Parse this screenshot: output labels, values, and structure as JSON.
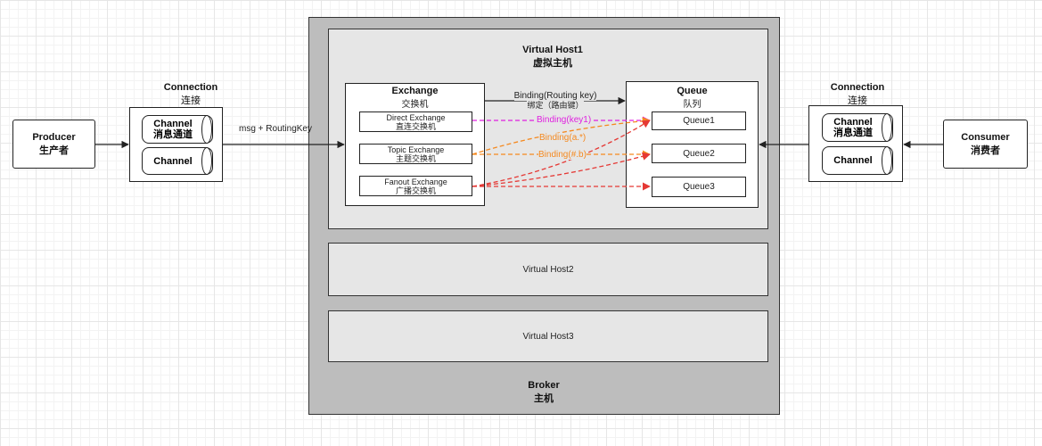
{
  "producer": {
    "title": "Producer",
    "subtitle": "生产者"
  },
  "consumer": {
    "title": "Consumer",
    "subtitle": "消费者"
  },
  "connection_left": {
    "title": "Connection",
    "subtitle": "连接",
    "channels": [
      {
        "label": "Channel",
        "sublabel": "消息通道"
      },
      {
        "label": "Channel",
        "sublabel": ""
      }
    ]
  },
  "connection_right": {
    "title": "Connection",
    "subtitle": "连接",
    "channels": [
      {
        "label": "Channel",
        "sublabel": "消息通道"
      },
      {
        "label": "Channel",
        "sublabel": ""
      }
    ]
  },
  "producer_arrow_label": "msg + RoutingKey",
  "broker": {
    "title": "Broker",
    "subtitle": "主机"
  },
  "vhost1": {
    "title": "Virtual Host1",
    "subtitle": "虚拟主机"
  },
  "vhost2": {
    "title": "Virtual Host2"
  },
  "vhost3": {
    "title": "Virtual Host3"
  },
  "exchange": {
    "title": "Exchange",
    "subtitle": "交换机",
    "items": [
      {
        "name": "Direct Exchange",
        "cn": "直连交换机"
      },
      {
        "name": "Topic Exchange",
        "cn": "主题交换机"
      },
      {
        "name": "Fanout Exchange",
        "cn": "广播交换机"
      }
    ]
  },
  "queue": {
    "title": "Queue",
    "subtitle": "队列",
    "items": [
      "Queue1",
      "Queue2",
      "Queue3"
    ]
  },
  "binding": {
    "title": "Binding(Routing key)",
    "subtitle": "绑定（路由键）",
    "key1": "Binding(key1)",
    "a_star": "Binding(a.*)",
    "hash_b": "Binding(#.b)"
  },
  "colors": {
    "direct": "#e020e0",
    "topic": "#f5891f",
    "fanout": "#e53935",
    "broker_bg": "#bdbdbd",
    "vhost_bg": "#e6e6e6"
  }
}
